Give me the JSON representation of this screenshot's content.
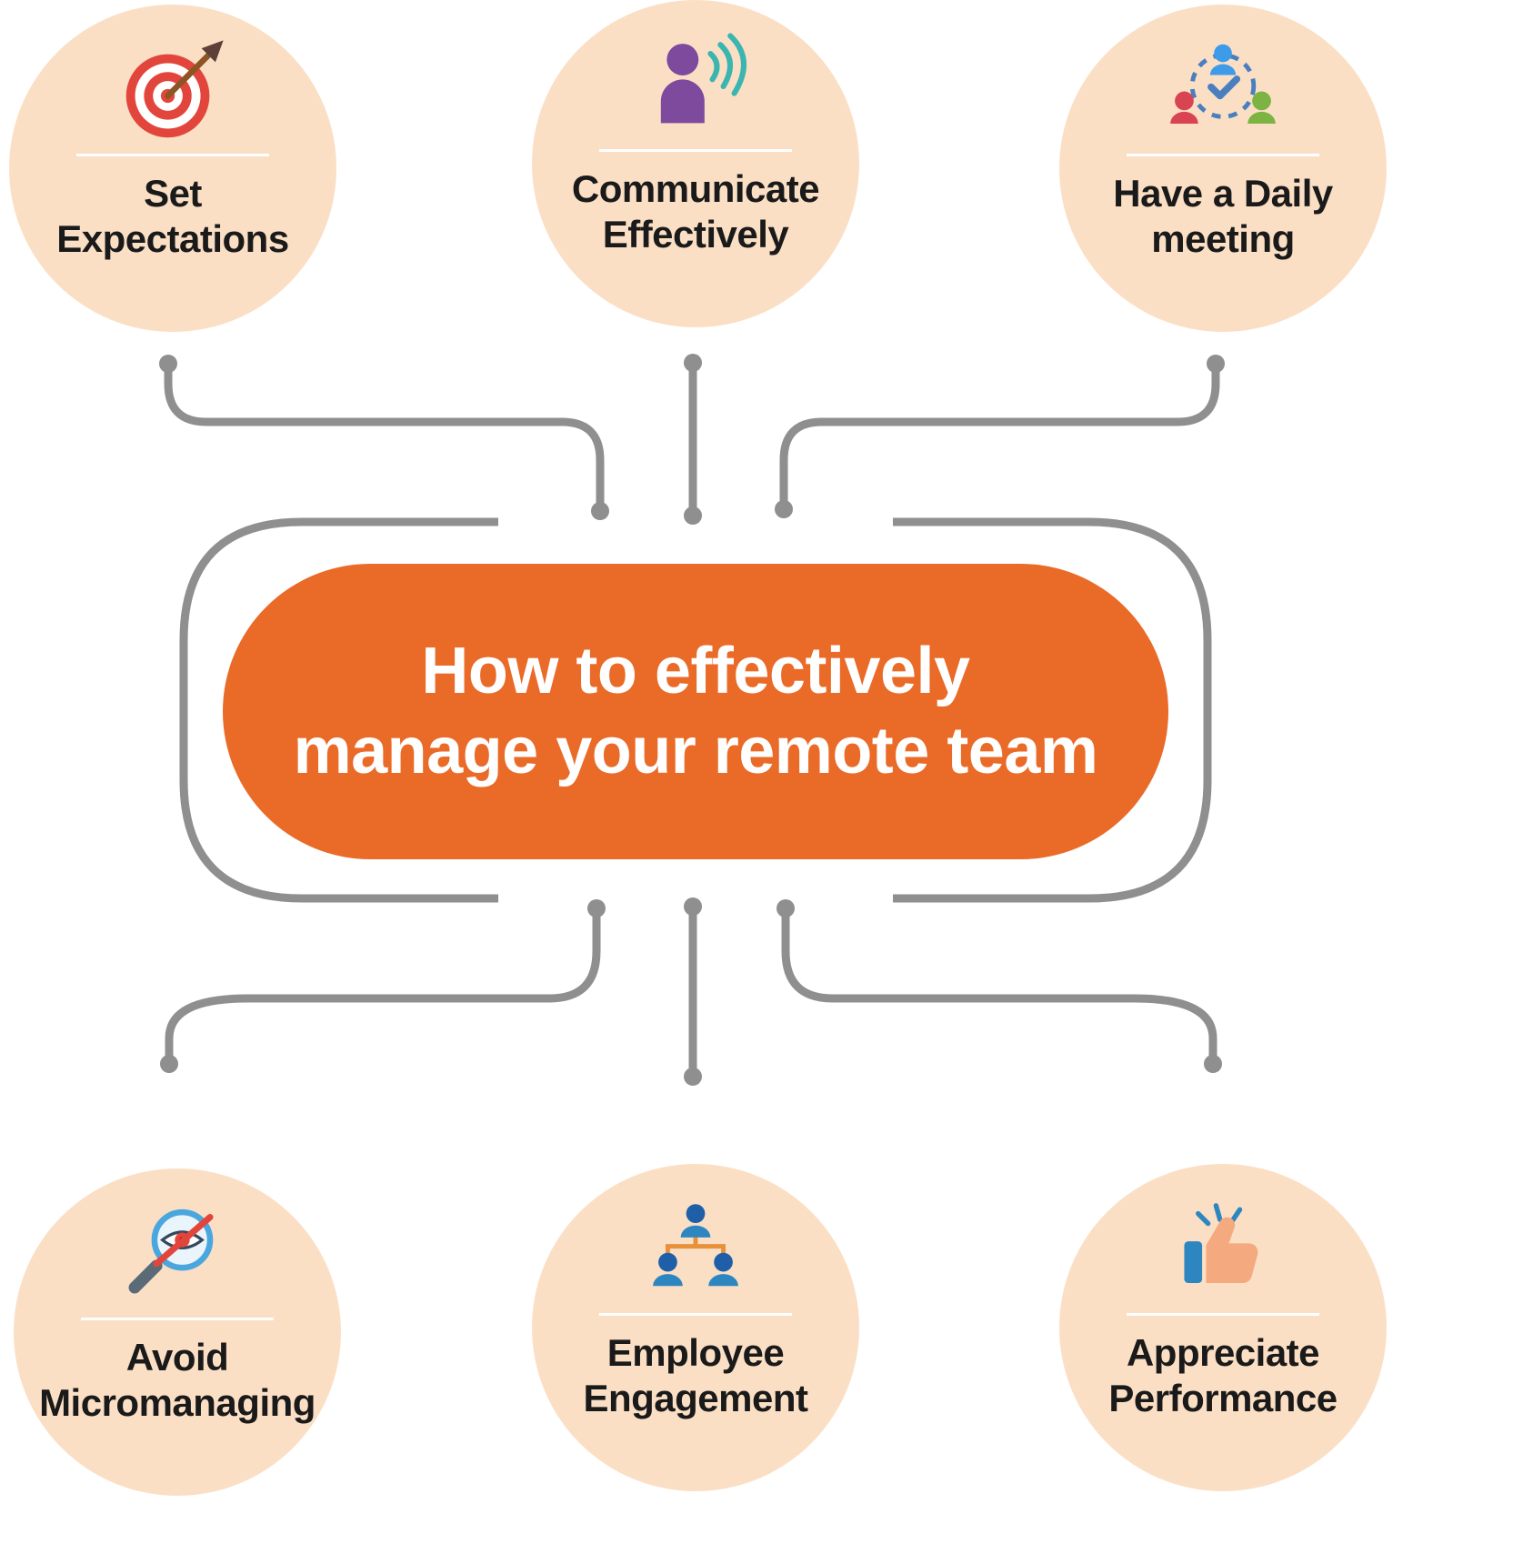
{
  "center": {
    "line1": "How to effectively",
    "line2": "manage your remote team",
    "bg_color": "#EA6A28",
    "text_color": "#FFFFFF"
  },
  "nodes": [
    {
      "id": "set-expectations",
      "line1": "Set",
      "line2": "Expectations",
      "icon": "target-icon"
    },
    {
      "id": "communicate-effectively",
      "line1": "Communicate",
      "line2": "Effectively",
      "icon": "speaking-person-icon"
    },
    {
      "id": "have-a-daily-meeting",
      "line1": "Have a Daily",
      "line2": "meeting",
      "icon": "team-meeting-icon"
    },
    {
      "id": "avoid-micromanaging",
      "line1": "Avoid",
      "line2": "Micromanaging",
      "icon": "no-spying-magnifier-icon"
    },
    {
      "id": "employee-engagement",
      "line1": "Employee",
      "line2": "Engagement",
      "icon": "org-chart-people-icon"
    },
    {
      "id": "appreciate-performance",
      "line1": "Appreciate",
      "line2": "Performance",
      "icon": "thumbs-up-icon"
    }
  ],
  "colors": {
    "node_circle": "#FBDFC5",
    "connector": "#8F8F8F",
    "label_text": "#1A1A1A",
    "divider": "#FFFFFF",
    "center_orange": "#EA6A28"
  }
}
